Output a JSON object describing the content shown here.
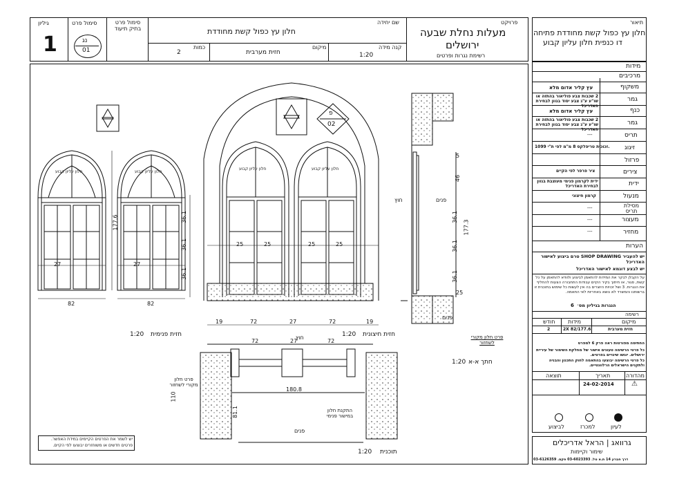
{
  "title_block": {
    "sheet_label": "גיליון",
    "sheet_number": "1",
    "part_symbol_label": "סימול פרט",
    "part_symbol_top": "נג",
    "part_symbol_bottom": "01",
    "doc_symbol_label": "סימול פרט בתיק תיעוד",
    "unit_name_label": "שם יחידה",
    "unit_name": "חלון עץ כפול קשת מחודדת",
    "scale_label": "קנה מידה",
    "scale": "1:20",
    "location_label": "מיקום",
    "location": "חזית מערבית",
    "quantity_label": "כמות",
    "quantity": "2",
    "project_label": "פרויקט",
    "project_line1": "מעלות נחלת שבעה",
    "project_line2": "ירושלים",
    "project_sub": "רשימת נגרות ופרטים",
    "description_label": "תיאור",
    "description_line1": "חלון עץ כפול קשת מחודדת פתיחה",
    "description_line2": "דו כנפית חלון עליון קבוע"
  },
  "spec_panel": {
    "dimensions_label": "מידות",
    "components_label": "מרכיבים",
    "frame_label": "משקוף",
    "frame_value": "עץ קליר אדום מלא",
    "finish1_label": "גמר",
    "finish1_value": "2 שכבות צבע פוליאור בהתזה או שו\"ע ע\"ג צבע יסוד בגוון לבחירת האדריכל",
    "sash_label": "כנף",
    "sash_value": "עץ קליר אדום מלא",
    "finish2_label": "גמר",
    "finish2_value": "2 שכבות צבע פוליאור בהתזה או שו\"ע ע\"ג צבע יסוד בגוון לבחירת האדריכל",
    "shutter_label": "תריס",
    "shutter_value": "---",
    "glazing_label": "זיגוג",
    "glazing_value": "זכוכית טריפלקס 8 מ\"מ לפי ת\"י 1099.",
    "hardware_label": "פרזול",
    "hinges_label": "צירים",
    "hinges_value": "ציר פרפר לפי הקיים",
    "handle_label": "ידית",
    "handle_value": "ידית לקרמון פנימי מעוצבת בגוון לבחירת האדריכל",
    "lock_label": "מנעול",
    "lock_value": "קרמון חיצוני",
    "shutter_lock_label": "מסילת תריס",
    "shutter_lock_value": "---",
    "stopper_label": "מעצור",
    "stopper_value": "---",
    "closer_label": "מחזיר",
    "closer_value": "---",
    "notes_label": "הערות",
    "note1": "יש להעביר SHOP DRAWING טרם ביצוע לאישור האדריכל",
    "note2": "יש לבצע דוגמא לאישור האדריכל",
    "note3": "על הקבלן לבקר את המידות להתאמן לביצוע ולוודא להתאמן על כל קשת, סגור, או חיתוך בקיר הקיים עבודות התחבורה הצעות להחליף את הנגרות. 3 ושל זכויות היוצרים בה אין לעשות כל שימוש בתוכנית זו ברשותנו והמשרד לא נושא באחריות לאי התאמה.",
    "fittings_label": "הנגרות בגיליון מס׳",
    "fittings_value": "6",
    "list_title": "רשימה",
    "list_headers": [
      "מיקום",
      "מידות",
      "חודש"
    ],
    "list_row": [
      "חזית מערבית",
      "2X 82/177.6",
      "2"
    ],
    "legal_lines": [
      "החתימה מפורטות ראה פרק 6 למפרט",
      "כל פרטי הרשימה טעונים אישור של מחלקת השימור של עיריית ירושלים. יוגשו שינויים בפרטים.",
      "כל פרטי הרשימה יבוצעו בהתאמה לחוק התכנון והבניה ולתקנים הישראלים הרלוונטיים."
    ],
    "rev_headers": [
      "מהדורה",
      "תאריך",
      "תוצאה"
    ],
    "rev_date": "24-02-2014",
    "status_options": [
      "לעיון",
      "למכרז",
      "לביצוע"
    ],
    "office_name": "גרוואג | הראל אדריכלים",
    "office_sub": "שימור וקיימות",
    "office_contact": "דרך חברון 14 ת.א  טל. 03-6023393  פקס. 03-6126359"
  },
  "drawing": {
    "fixed_window_label": "חלון עליון קבוע",
    "interior_elev_label": "חזית פנימית",
    "exterior_elev_label": "חזית חיצונית",
    "section_label": "חתך א-א",
    "plan_label": "תוכנית",
    "scale_text": "1:20",
    "outside_label": "חוץ",
    "inside_label": "פנים",
    "tag_top": "פ",
    "tag_bottom": "02",
    "dim_82": "82",
    "dim_177_6": "177.6",
    "dim_19": "19",
    "dim_72": "72",
    "dim_27": "27",
    "dim_25": "25",
    "dim_36_1": "36.1",
    "dim_5": "5",
    "dim_46": "46",
    "dim_177_3": "177.3",
    "dim_180_8": "180.8",
    "dim_110": "110",
    "dim_81_1": "81.1",
    "frame_note": "פרט חלון מקורי לשחזור",
    "anchor_note": "התקנת חלון במישור פנימי",
    "frame_note2": "פרט חלון מקורי לשחזור",
    "bottom_note_line1": "יש לשמר את הפרטים הקיימים במידת האפשר.",
    "bottom_note_line2": "פרטים חדשים או משוחזרים יבוצעו לפי הקיים."
  }
}
